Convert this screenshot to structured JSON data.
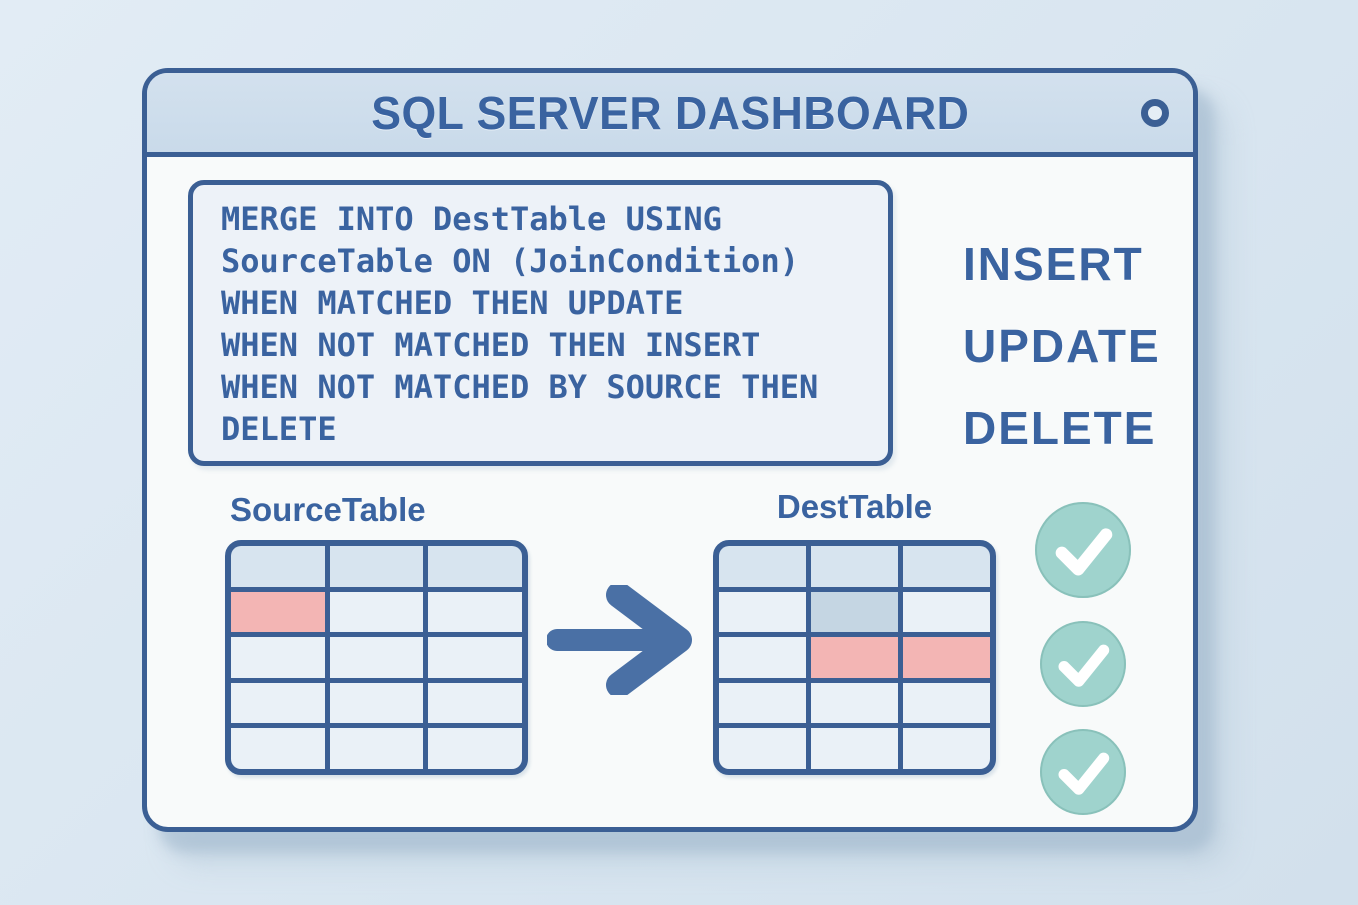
{
  "window": {
    "title": "SQL SERVER DASHBOARD"
  },
  "sql_panel": {
    "lines": [
      "MERGE INTO DestTable USING",
      "SourceTable ON (JoinCondition)",
      "WHEN MATCHED THEN UPDATE",
      "WHEN NOT MATCHED THEN INSERT",
      "WHEN NOT MATCHED BY SOURCE THEN",
      "DELETE"
    ]
  },
  "operations": [
    {
      "label": "INSERT"
    },
    {
      "label": "UPDATE"
    },
    {
      "label": "DELETE"
    }
  ],
  "diagram": {
    "source_table": {
      "label": "SourceTable",
      "rows": 5,
      "cols": 3,
      "header_row": 0,
      "highlighted_cells": [
        {
          "row": 1,
          "col": 0,
          "color": "pink"
        }
      ]
    },
    "arrow_icon": "right-arrow",
    "dest_table": {
      "label": "DestTable",
      "rows": 5,
      "cols": 3,
      "header_row": 0,
      "highlighted_cells": [
        {
          "row": 1,
          "col": 1,
          "color": "blue"
        },
        {
          "row": 2,
          "col": 1,
          "color": "pink"
        },
        {
          "row": 2,
          "col": 2,
          "color": "pink"
        }
      ]
    },
    "checkmarks_count": 3
  },
  "colors": {
    "page_bg": "#d8e5f0",
    "page_bg_light": "#e2ecf5",
    "panel_bg": "#f8fafa",
    "accent_blue": "#3b5f94",
    "text_blue": "#3a63a0",
    "titlebar_bg": "#c9daea",
    "titlebar_bg_light": "#d3e1ee",
    "code_bg": "#edf2f8",
    "cell_bg": "#eaf1f7",
    "header_cell_bg": "#d7e4ef",
    "highlight_pink": "#f3b5b4",
    "highlight_blue": "#c5d6e3",
    "check_teal": "#9fd3cd",
    "arrow_blue": "#4a70a5"
  }
}
